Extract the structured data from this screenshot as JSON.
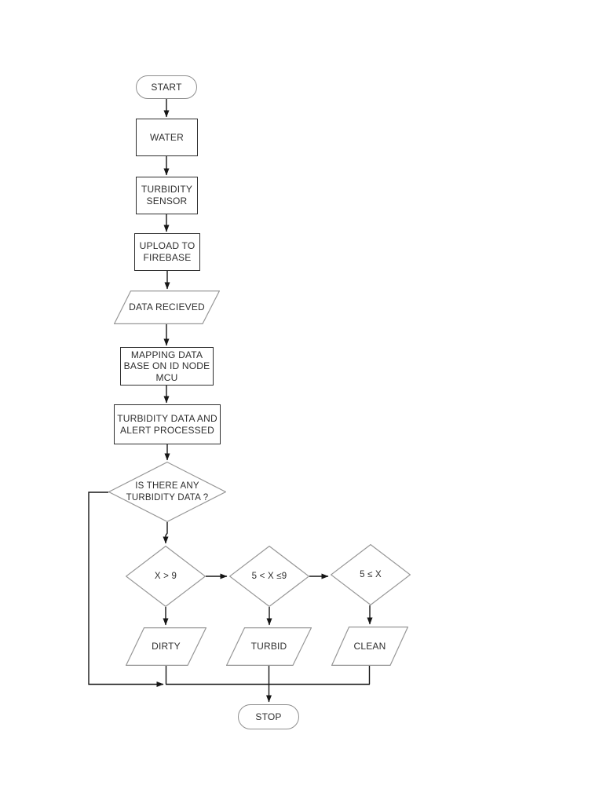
{
  "page": {
    "background": "#ffffff",
    "description": "Water turbidity monitoring flowchart"
  },
  "colors": {
    "connector_line": "#161616",
    "process_border": "#2f2f2f",
    "light_shape_border": "#979797",
    "text": "#2e2e2e",
    "shape_fill": "#ffffff"
  },
  "flowchart": {
    "nodes": [
      {
        "id": "start",
        "type": "terminator",
        "label": "START"
      },
      {
        "id": "water",
        "type": "process",
        "label": "WATER"
      },
      {
        "id": "turbidity-sensor",
        "type": "process",
        "label": "TURBIDITY SENSOR"
      },
      {
        "id": "upload-to-firebase",
        "type": "process",
        "label": "UPLOAD TO FIREBASE"
      },
      {
        "id": "data-recieved",
        "type": "input-output",
        "label": "DATA RECIEVED"
      },
      {
        "id": "mapping-data-base",
        "type": "process",
        "label": "MAPPING DATA BASE ON ID NODE MCU"
      },
      {
        "id": "turbidity-data-alert",
        "type": "process",
        "label": "TURBIDITY DATA AND ALERT PROCESSED"
      },
      {
        "id": "is-there-any-turbidity-data",
        "type": "decision",
        "label": "IS THERE ANY TURBIDITY DATA ?"
      },
      {
        "id": "x-gt-9",
        "type": "decision",
        "label": "X > 9"
      },
      {
        "id": "5-lt-x-le-9",
        "type": "decision",
        "label": "5 < X ≤9"
      },
      {
        "id": "5-le-x",
        "type": "decision",
        "label": "5 ≤ X"
      },
      {
        "id": "dirty",
        "type": "input-output",
        "label": "DIRTY"
      },
      {
        "id": "turbid",
        "type": "input-output",
        "label": "TURBID"
      },
      {
        "id": "clean",
        "type": "input-output",
        "label": "CLEAN"
      },
      {
        "id": "stop",
        "type": "terminator",
        "label": "STOP"
      }
    ],
    "edges": [
      {
        "from": "start",
        "to": "water"
      },
      {
        "from": "water",
        "to": "turbidity-sensor"
      },
      {
        "from": "turbidity-sensor",
        "to": "upload-to-firebase"
      },
      {
        "from": "upload-to-firebase",
        "to": "data-recieved"
      },
      {
        "from": "data-recieved",
        "to": "mapping-data-base"
      },
      {
        "from": "mapping-data-base",
        "to": "turbidity-data-alert"
      },
      {
        "from": "turbidity-data-alert",
        "to": "is-there-any-turbidity-data"
      },
      {
        "from": "is-there-any-turbidity-data",
        "to": "x-gt-9"
      },
      {
        "from": "is-there-any-turbidity-data",
        "to": "merge-line",
        "note": "left feedback loop"
      },
      {
        "from": "x-gt-9",
        "to": "5-lt-x-le-9"
      },
      {
        "from": "5-lt-x-le-9",
        "to": "5-le-x"
      },
      {
        "from": "x-gt-9",
        "to": "dirty"
      },
      {
        "from": "5-lt-x-le-9",
        "to": "turbid"
      },
      {
        "from": "5-le-x",
        "to": "clean"
      },
      {
        "from": "dirty",
        "to": "merge-line"
      },
      {
        "from": "clean",
        "to": "merge-line"
      },
      {
        "from": "merge-line",
        "to": "stop"
      }
    ]
  }
}
